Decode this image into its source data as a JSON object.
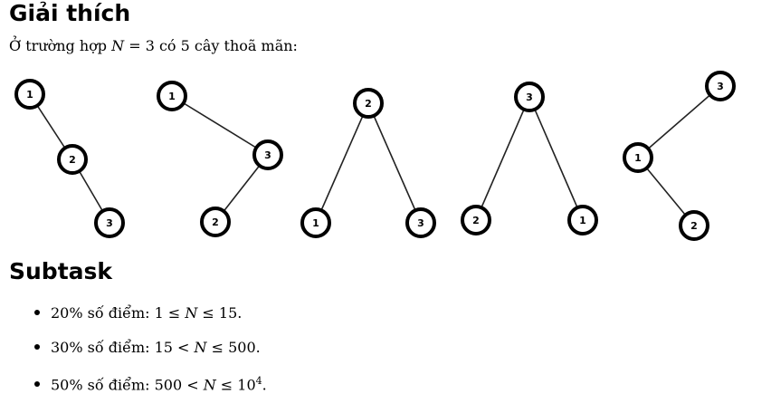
{
  "explanation": {
    "title": "Giải thích",
    "intro_prefix": "Ở trường hợp ",
    "intro_var": "N",
    "intro_eq": " = 3 có 5 cây thoã mãn:"
  },
  "trees": [
    {
      "edges": [
        [
          "1",
          "2"
        ],
        [
          "2",
          "3"
        ]
      ]
    },
    {
      "edges": [
        [
          "1",
          "3"
        ],
        [
          "3",
          "2"
        ]
      ]
    },
    {
      "edges": [
        [
          "2",
          "1"
        ],
        [
          "2",
          "3"
        ]
      ]
    },
    {
      "edges": [
        [
          "3",
          "2"
        ],
        [
          "3",
          "1"
        ]
      ]
    },
    {
      "edges": [
        [
          "3",
          "1"
        ],
        [
          "1",
          "2"
        ]
      ]
    }
  ],
  "subtask": {
    "title": "Subtask",
    "items": [
      {
        "percent": "20% số điểm: 1 ≤ ",
        "var": "N",
        "rest": " ≤ 15."
      },
      {
        "percent": "30% số điểm: 15 < ",
        "var": "N",
        "rest": " ≤ 500."
      },
      {
        "percent": "50% số điểm: 500 < ",
        "var": "N",
        "rest": " ≤ 10",
        "sup": "4",
        "end": "."
      }
    ]
  }
}
